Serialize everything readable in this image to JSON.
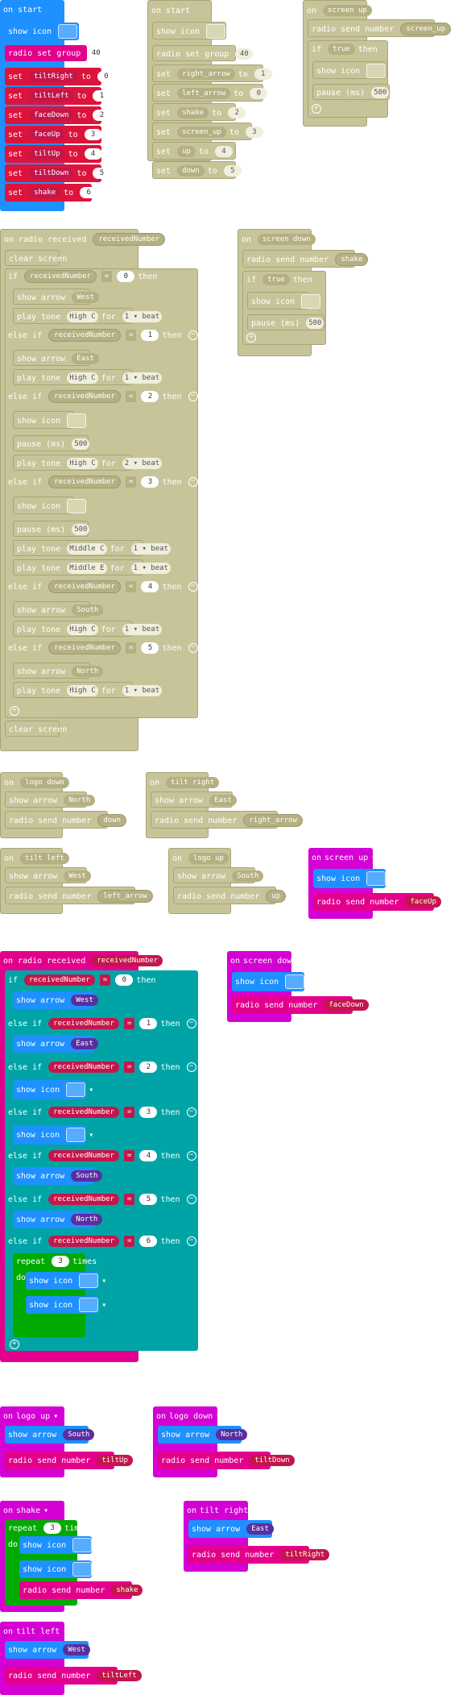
{
  "colors": {
    "basic": "#1e90ff",
    "radio": "#e3008c",
    "variables": "#dc143c",
    "logic": "#00a4a6",
    "loops": "#00aa00",
    "input": "#d400d4",
    "disabled": "#c8c49a"
  },
  "on_start": "on start",
  "show_icon": "show icon",
  "radio_set_group": "radio set group",
  "group": "40",
  "set": "set",
  "to": "to",
  "vars_active": [
    [
      "tiltRight",
      "0"
    ],
    [
      "tiltLeft",
      "1"
    ],
    [
      "faceDown",
      "2"
    ],
    [
      "faceUp",
      "3"
    ],
    [
      "tiltUp",
      "4"
    ],
    [
      "tiltDown",
      "5"
    ],
    [
      "shake",
      "6"
    ]
  ],
  "vars_disabled": [
    [
      "right_arrow",
      "1"
    ],
    [
      "left_arrow",
      "0"
    ],
    [
      "shake",
      "2"
    ],
    [
      "screen_up",
      "3"
    ],
    [
      "up",
      "4"
    ],
    [
      "down",
      "5"
    ]
  ],
  "on": "on",
  "screen_up": "screen up",
  "screen_down": "screen down",
  "radio_send_number": "radio send number",
  "if": "if",
  "true": "true",
  "then": "then",
  "else_if": "else if",
  "show_arrow": "show arrow",
  "pause": "pause (ms)",
  "pause_val": "500",
  "on_radio_received": "on radio received",
  "receivedNumber": "receivedNumber",
  "clear_screen": "clear screen",
  "eq": "=",
  "play_tone": "play tone",
  "for": "for",
  "high_c": "High C",
  "middle_c": "Middle C",
  "middle_e": "Middle E",
  "beat1": "1 ▾ beat",
  "beat2": "2 ▾ beat",
  "dirs": {
    "west": "West",
    "east": "East",
    "south": "South",
    "north": "North"
  },
  "logo_down": "logo down",
  "logo_up": "logo up",
  "tilt_right": "tilt right",
  "tilt_left": "tilt left",
  "shake": "shake",
  "repeat": "repeat",
  "times": "times",
  "do": "do",
  "repeat_n": "3",
  "send": {
    "down": "down",
    "right_arrow": "right_arrow",
    "left_arrow": "left_arrow",
    "up": "up",
    "shake": "shake",
    "screen_up": "screen_up",
    "faceUp": "faceUp",
    "faceDown": "faceDown",
    "tiltUp": "tiltUp",
    "tiltDown": "tiltDown",
    "tiltRight": "tiltRight",
    "tiltLeft": "tiltLeft"
  },
  "nums": [
    "0",
    "1",
    "2",
    "3",
    "4",
    "5",
    "6"
  ]
}
